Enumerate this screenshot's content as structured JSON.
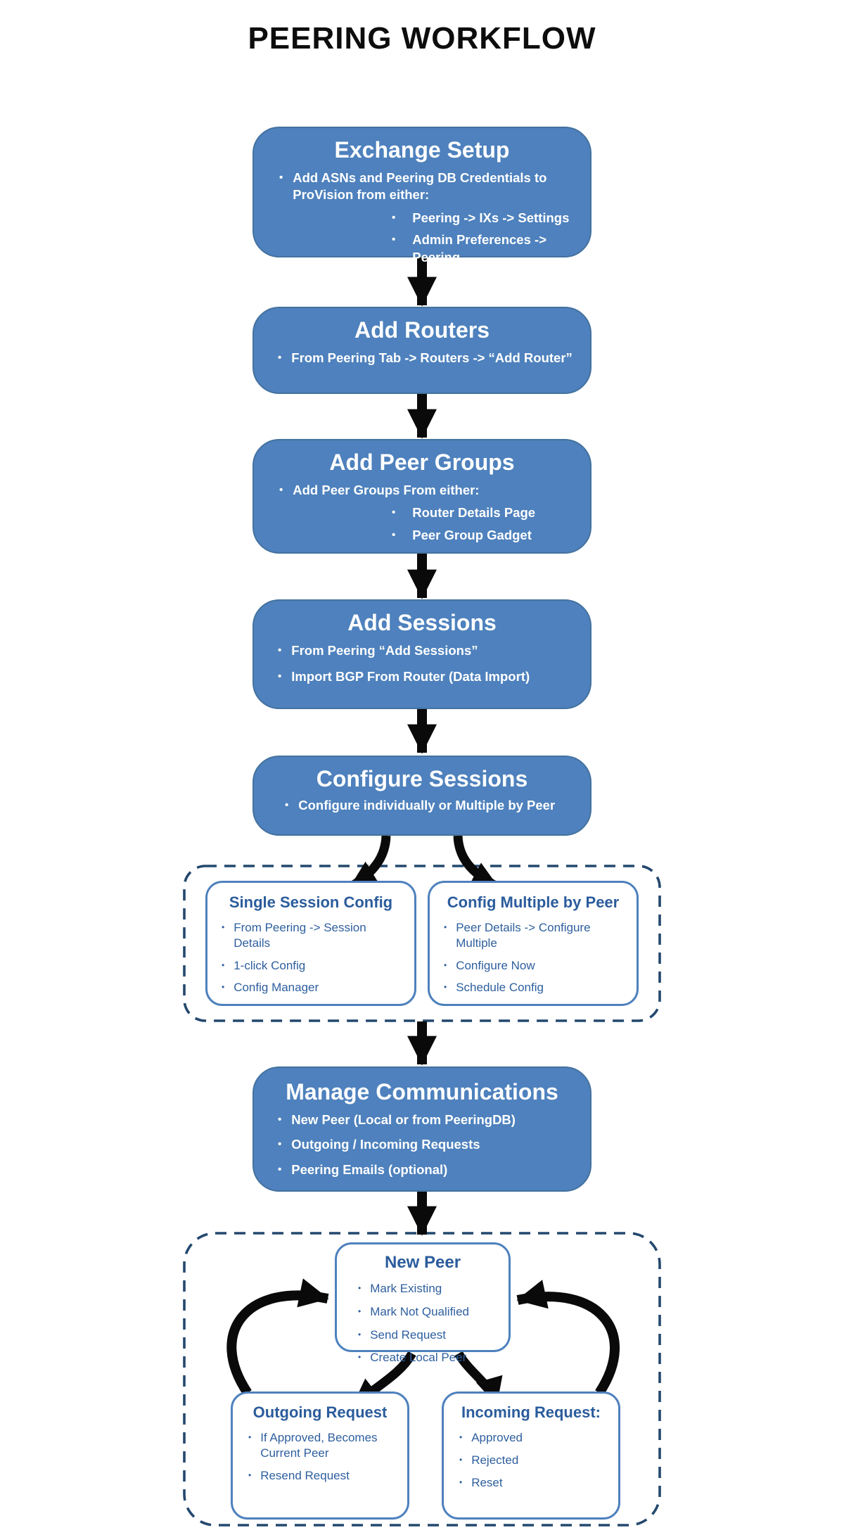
{
  "page": {
    "title": "PEERING WORKFLOW"
  },
  "glyphs": {
    "bullet": "•"
  },
  "colors": {
    "flow_box_fill": "#4E81BD",
    "flow_box_border": "#44729F",
    "flow_box_text": "#FFFFFF",
    "sub_box_border": "#4E81BD",
    "sub_box_text": "#2E5F9E",
    "dashed_container_border": "#24486E",
    "arrow": "#0A0A0A",
    "title_text": "#0D0D0D",
    "background": "#FFFFFF"
  },
  "flow_boxes": [
    {
      "title": "Exchange Setup",
      "bullets": [
        {
          "level": 1,
          "text": "Add ASNs and Peering DB Credentials to ProVision from either:"
        },
        {
          "level": 2,
          "text": "Peering -> IXs -> Settings"
        },
        {
          "level": 2,
          "text": "Admin Preferences -> Peering"
        }
      ]
    },
    {
      "title": "Add Routers",
      "bullets": [
        {
          "level": 1,
          "text": "From Peering Tab -> Routers -> “Add Router”"
        }
      ]
    },
    {
      "title": "Add Peer Groups",
      "bullets": [
        {
          "level": 1,
          "text": "Add Peer Groups From either:"
        },
        {
          "level": 2,
          "text": "Router Details Page"
        },
        {
          "level": 2,
          "text": "Peer Group Gadget"
        }
      ]
    },
    {
      "title": "Add Sessions",
      "bullets": [
        {
          "level": 1,
          "text": "From Peering “Add Sessions”"
        },
        {
          "level": 1,
          "text": "Import BGP From Router (Data Import)"
        }
      ]
    },
    {
      "title": "Configure Sessions",
      "bullets": [
        {
          "level": 1,
          "text": "Configure individually or Multiple by Peer"
        }
      ]
    },
    {
      "title": "Manage Communications",
      "bullets": [
        {
          "level": 1,
          "text": "New Peer (Local or from PeeringDB)"
        },
        {
          "level": 1,
          "text": "Outgoing / Incoming Requests"
        },
        {
          "level": 1,
          "text": "Peering Emails (optional)"
        }
      ]
    }
  ],
  "config_group": {
    "boxes": [
      {
        "title": "Single Session Config",
        "bullets": [
          "From Peering -> Session Details",
          "1-click Config",
          "Config Manager"
        ]
      },
      {
        "title": "Config Multiple by Peer",
        "bullets": [
          "Peer Details -> Configure Multiple",
          "Configure Now",
          "Schedule Config"
        ]
      }
    ]
  },
  "communications_group": {
    "new_peer": {
      "title": "New Peer",
      "bullets": [
        "Mark Existing",
        "Mark Not Qualified",
        "Send Request",
        "Create Local Peer"
      ]
    },
    "outgoing_request": {
      "title": "Outgoing Request",
      "bullets": [
        "If Approved, Becomes Current Peer",
        "Resend Request"
      ]
    },
    "incoming_request": {
      "title": "Incoming Request:",
      "bullets": [
        "Approved",
        "Rejected",
        "Reset"
      ]
    }
  }
}
